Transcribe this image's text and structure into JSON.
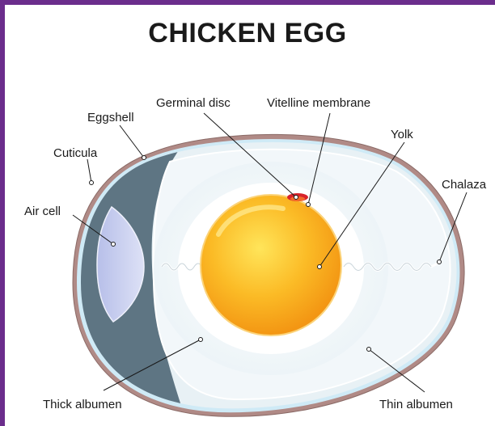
{
  "title": "CHICKEN EGG",
  "labels": {
    "germinal_disc": "Germinal disc",
    "vitelline_membrane": "Vitelline membrane",
    "eggshell": "Eggshell",
    "yolk": "Yolk",
    "cuticula": "Cuticula",
    "chalaza": "Chalaza",
    "air_cell": "Air cell",
    "thick_albumen": "Thick albumen",
    "thin_albumen": "Thin albumen"
  },
  "colors": {
    "frame": "#6b2d8c",
    "shell": "#b08a86",
    "membrane": "#bfe3f3",
    "yolk": "#f7a81d",
    "germinal_disc": "#d8232a",
    "air_cell": "#c9cfee"
  }
}
